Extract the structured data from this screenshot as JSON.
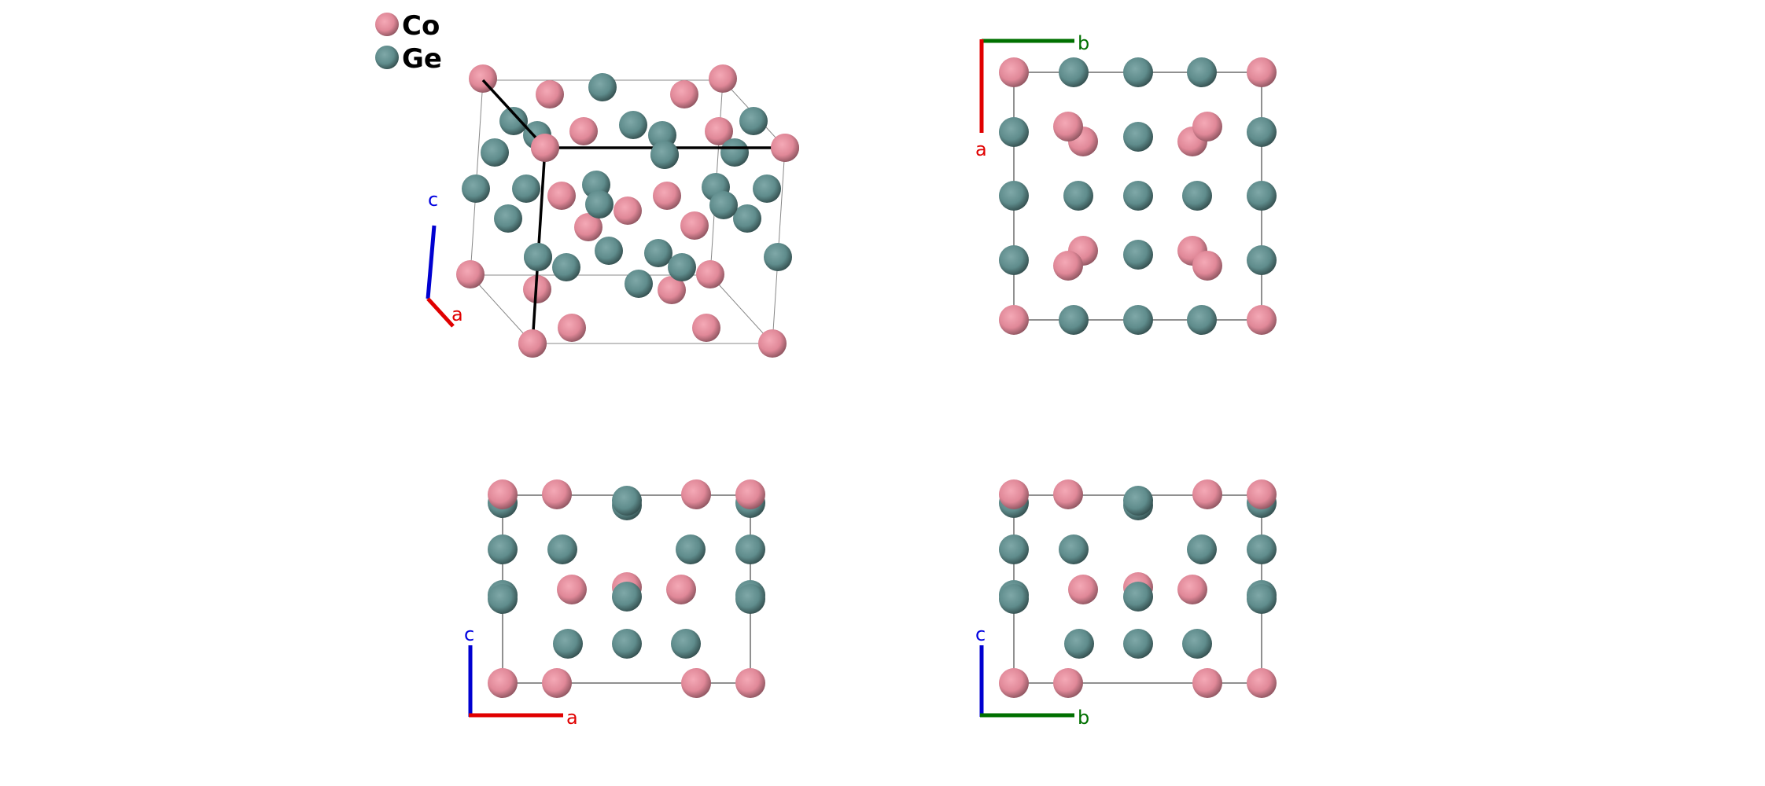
{
  "legend": [
    {
      "element": "Co",
      "color": "#e08898"
    },
    {
      "element": "Ge",
      "color": "#5f8c8c"
    }
  ],
  "axes": {
    "a": {
      "label": "a",
      "color": "#e00000"
    },
    "b": {
      "label": "b",
      "color": "#007000"
    },
    "c": {
      "label": "c",
      "color": "#0000e0"
    }
  },
  "views": [
    {
      "name": "perspective",
      "axis_labels": [
        "c",
        "a"
      ]
    },
    {
      "name": "along-c",
      "axis_labels": [
        "b",
        "a"
      ]
    },
    {
      "name": "along-b",
      "axis_labels": [
        "c",
        "a"
      ]
    },
    {
      "name": "along-a",
      "axis_labels": [
        "c",
        "b"
      ]
    }
  ]
}
